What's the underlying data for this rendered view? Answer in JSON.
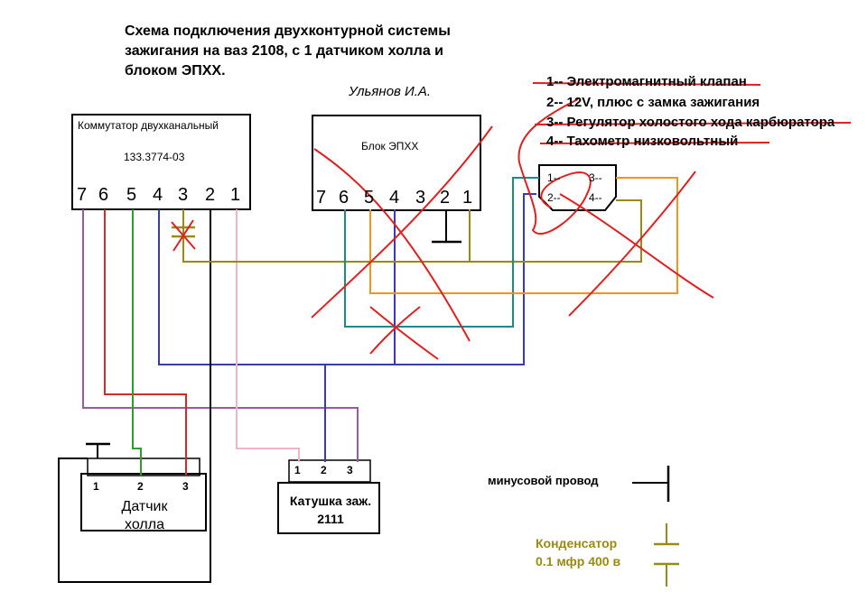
{
  "title": "Схема подключения двухконтурной системы зажигания на ваз 2108, с  1 датчиком холла и блоком ЭПХХ.",
  "author": "Ульянов И.А.",
  "commutator": {
    "name": "Коммутатор двухканальный",
    "model": "133.3774-03",
    "pins": [
      "7",
      "6",
      "5",
      "4",
      "3",
      "2",
      "1"
    ]
  },
  "epxx_block": {
    "name": "Блок ЭПХХ",
    "pins": [
      "7",
      "6",
      "5",
      "4",
      "3",
      "2",
      "1"
    ]
  },
  "legend": [
    {
      "text": "1-- Электромагнитный клапан",
      "crossed": true
    },
    {
      "text": "2-- 12V, плюс с замка зажигания",
      "crossed": false
    },
    {
      "text": "3-- Регулятор холостого хода карбюратора",
      "crossed": true
    },
    {
      "text": "4-- Тахометр низковольтный",
      "crossed": true
    }
  ],
  "connector": {
    "labels": [
      "1--",
      "3--",
      "2--",
      "4--"
    ]
  },
  "hall_sensor": {
    "name": "Датчик холла",
    "pins": [
      "1",
      "2",
      "3"
    ]
  },
  "coil": {
    "name": "Катушка заж. 2111",
    "pins": [
      "1",
      "2",
      "3"
    ]
  },
  "minus_wire_label": "минусовой провод",
  "capacitor_label": "Конденсатор 0.1 мфр 400 в",
  "colors": {
    "purple": "#9a5a9e",
    "red": "#d42a2a",
    "green": "#2aa22a",
    "blue": "#3a3ab0",
    "black": "#000000",
    "pink": "#f0b4c6",
    "olive": "#9a8a12",
    "teal": "#1a8a8a",
    "orange": "#f0961e",
    "scribble": "#e02020"
  }
}
